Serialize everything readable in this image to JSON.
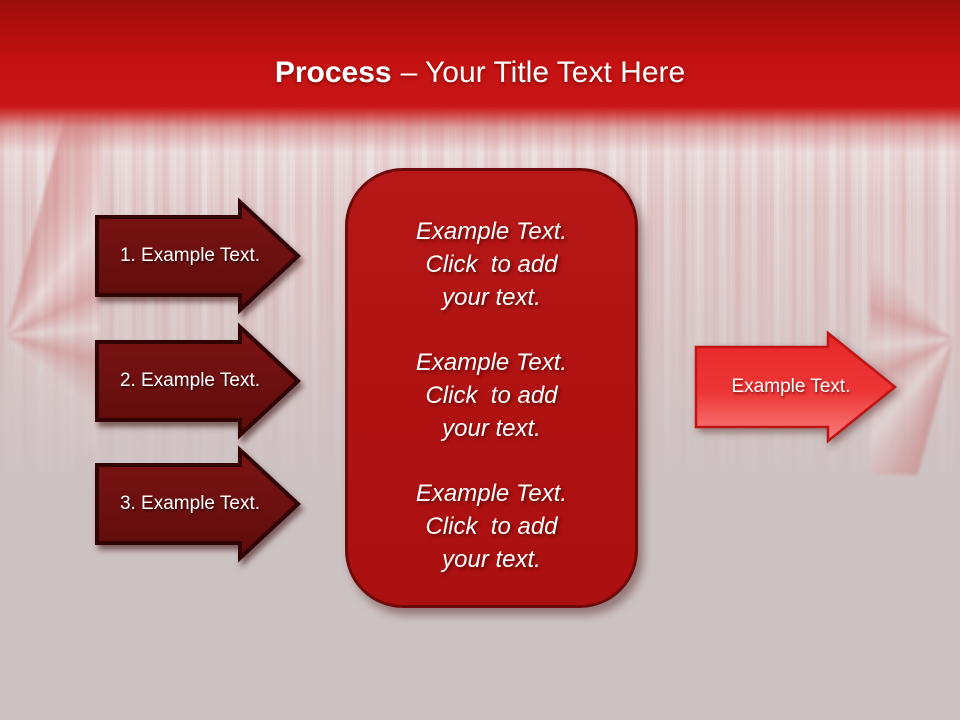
{
  "slide": {
    "title": {
      "emphasis": "Process",
      "rest": "– Your Title Text Here"
    }
  },
  "left_arrows": [
    {
      "label": "1. Example Text."
    },
    {
      "label": "2. Example Text."
    },
    {
      "label": "3. Example Text."
    }
  ],
  "center_panel": {
    "blocks": [
      {
        "lines": [
          "Example Text.",
          "Click  to add",
          "your text."
        ]
      },
      {
        "lines": [
          "Example Text.",
          "Click  to add",
          "your text."
        ]
      },
      {
        "lines": [
          "Example Text.",
          "Click  to add",
          "your text."
        ]
      }
    ]
  },
  "right_arrow": {
    "label": "Example Text."
  },
  "colors": {
    "header_gradient_top": "#9a0c0c",
    "header_gradient_bright": "#c91515",
    "dark_arrow_fill": "#6d1010",
    "dark_arrow_border": "#300404",
    "panel_fill": "#b11414",
    "panel_border": "#6e0909",
    "bright_arrow_fill": "#ee3434",
    "bright_arrow_border": "#c01313",
    "background": "#cdc2c2",
    "text": "#ffffff"
  }
}
